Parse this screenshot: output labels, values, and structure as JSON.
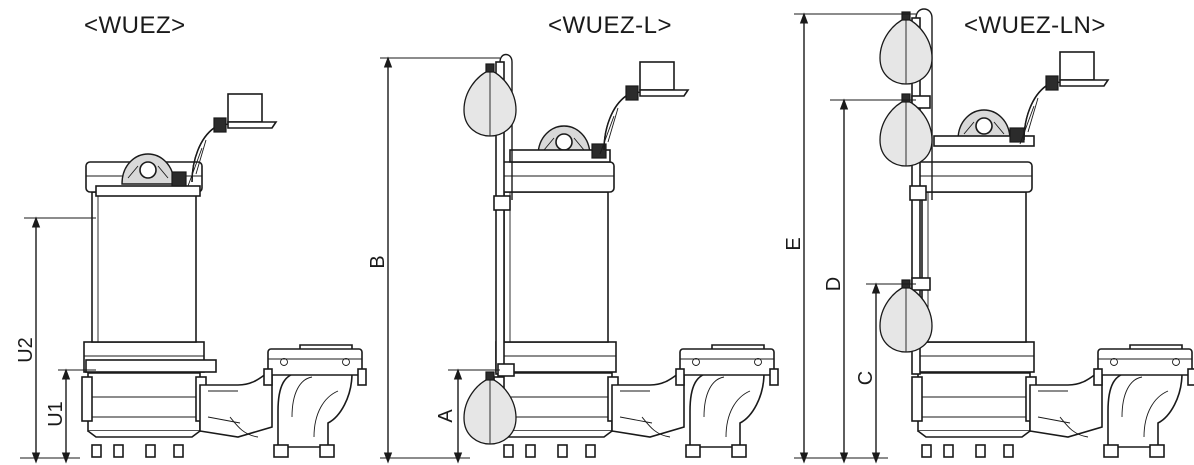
{
  "models": [
    {
      "title": "<WUEZ>",
      "dimensions": [
        "U1",
        "U2"
      ]
    },
    {
      "title": "<WUEZ-L>",
      "dimensions": [
        "A",
        "B"
      ]
    },
    {
      "title": "<WUEZ-LN>",
      "dimensions": [
        "C",
        "D",
        "E"
      ]
    }
  ],
  "colors": {
    "line": "#1a1a1a",
    "fill": "#ffffff",
    "shade": "#d9d9d9",
    "float": "#e6e6e6"
  }
}
